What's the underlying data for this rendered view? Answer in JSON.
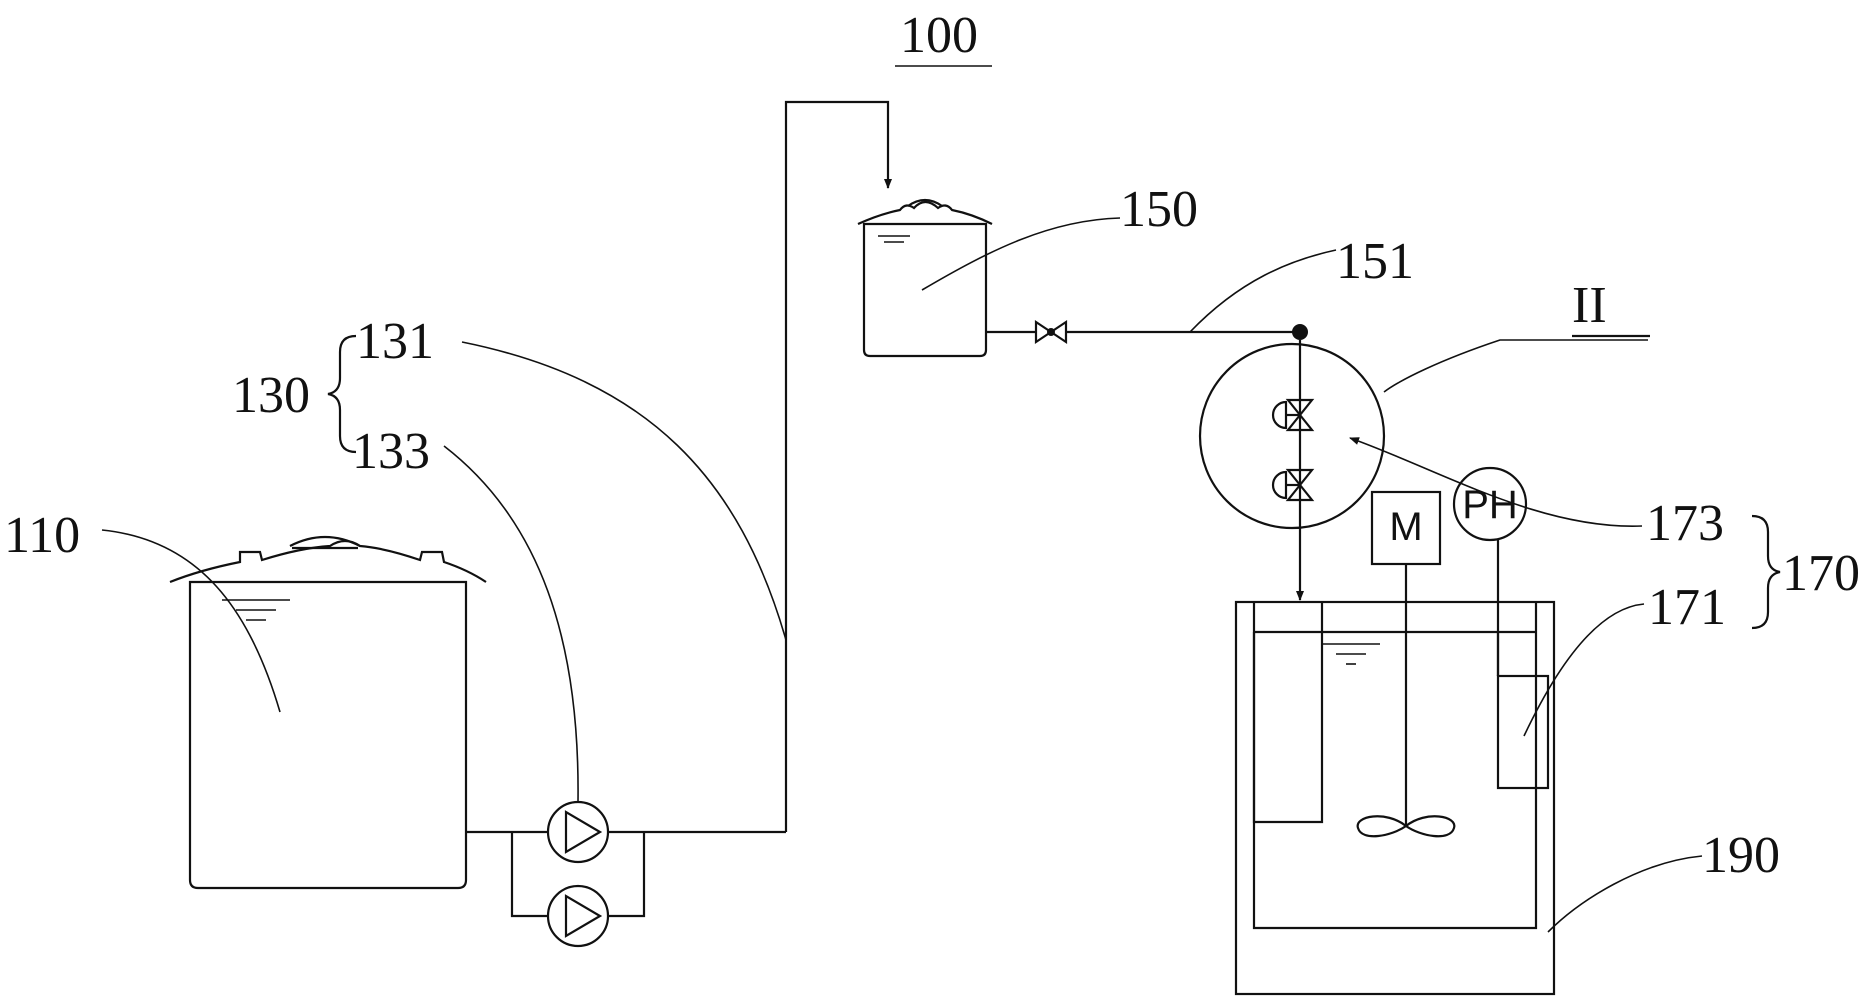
{
  "labels": {
    "system": "100",
    "raw_tank": "110",
    "pump_group": "130",
    "pump_pipe": "131",
    "pump": "133",
    "head_tank": "150",
    "feed_pipe": "151",
    "detail_view": "II",
    "control_group": "170",
    "ph_meter": "171",
    "valve_group": "173",
    "reaction_tank": "190"
  },
  "symbols": {
    "motor": "M",
    "ph": "PH"
  }
}
